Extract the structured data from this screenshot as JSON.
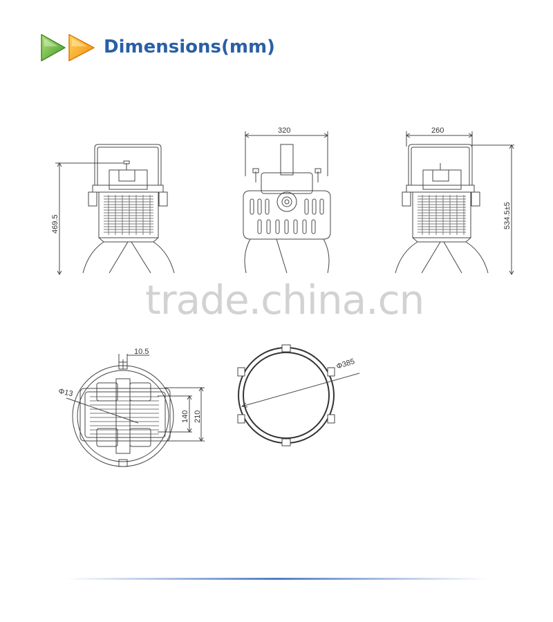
{
  "header": {
    "title": "Dimensions(mm)",
    "icons": [
      "green-play-arrow-icon",
      "orange-play-arrow-icon"
    ],
    "title_color": "#2a5fa6"
  },
  "watermark": "trade.china.cn",
  "dimensions": {
    "front_width": "320",
    "side_width": "260",
    "side_height_left": "469.5",
    "side_height_right": "534.5±5",
    "bracket_slot": "10.5",
    "hole_diameter": "Φ13",
    "inner_height": "140",
    "outer_height": "210",
    "ring_diameter": "Φ385"
  },
  "colors": {
    "line": "#444444",
    "footer_accent": "#3c6ebe"
  }
}
